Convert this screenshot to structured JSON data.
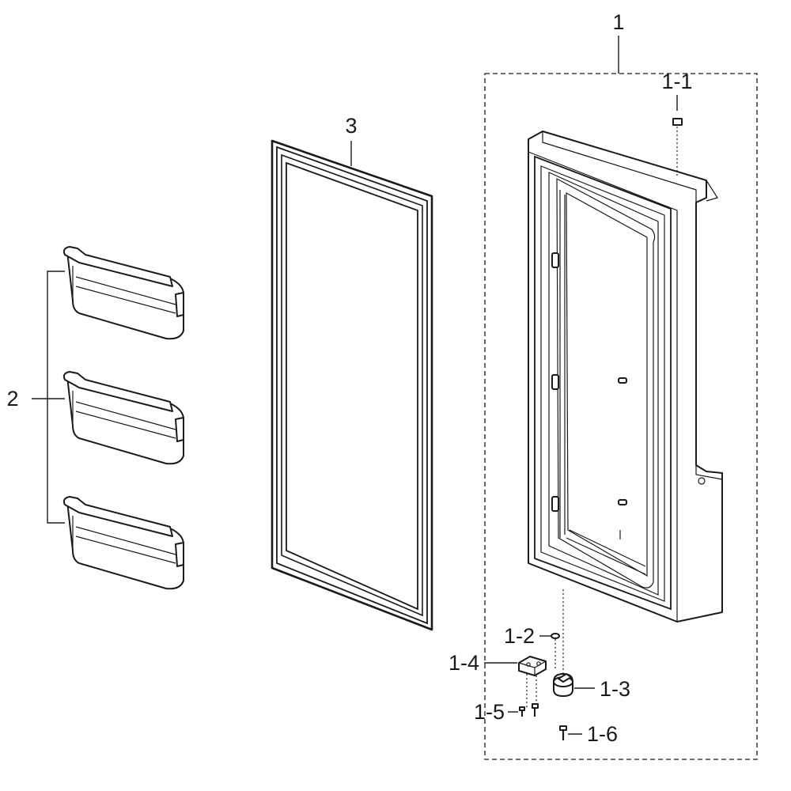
{
  "labels": {
    "assembly": "1",
    "cap": "1-1",
    "washer": "1-2",
    "hinge_bush": "1-3",
    "hinge_bracket": "1-4",
    "screw_a": "1-5",
    "screw_b": "1-6",
    "guards": "2",
    "gasket": "3"
  }
}
